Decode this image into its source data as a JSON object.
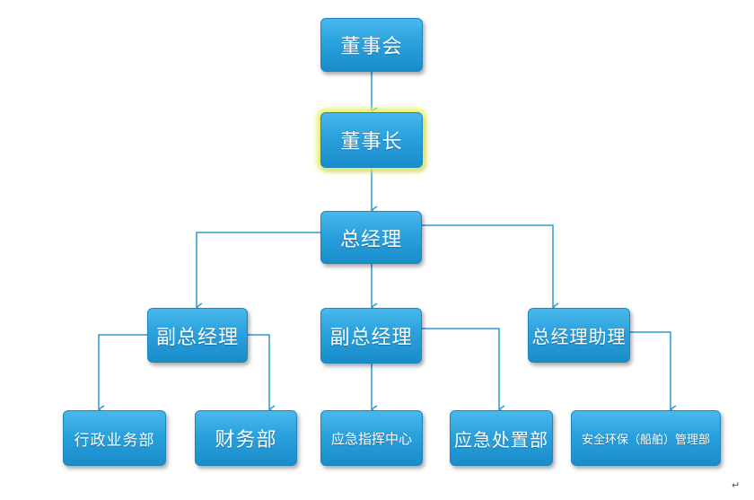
{
  "org_chart": {
    "board": "董事会",
    "chairman": "董事长",
    "general_manager": "总经理",
    "vice_gm_left": "副总经理",
    "vice_gm_center": "副总经理",
    "gm_assistant": "总经理助理",
    "admin_dept": "行政业务部",
    "finance_dept": "财务部",
    "emergency_command_center": "应急指挥中心",
    "emergency_response_dept": "应急处置部",
    "safety_env_dept": "安全环保（船舶）管理部"
  },
  "paragraph_mark": "↵",
  "colors": {
    "box_fill": "#2aa1dd",
    "connector": "#2f98d6",
    "highlight_glow": "#e8f06a"
  }
}
